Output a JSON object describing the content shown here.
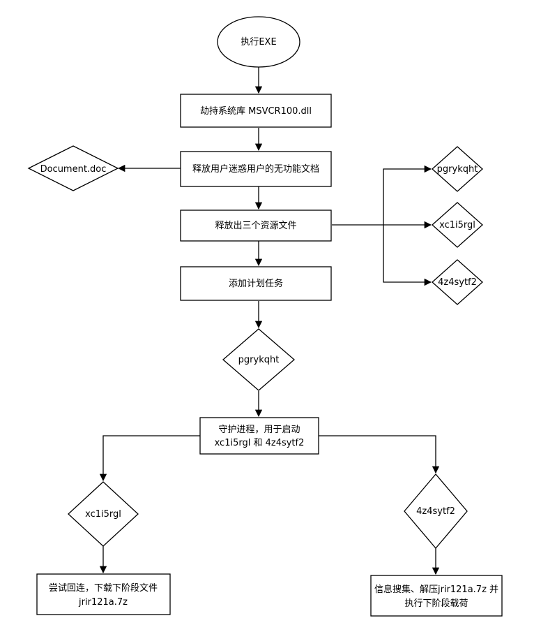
{
  "nodes": {
    "start": "执行EXE",
    "hijack": "劫持系统库 MSVCR100.dll",
    "release_doc": "释放用户迷惑用户的无功能文档",
    "document": "Document.doc",
    "release_three": "释放出三个资源文件",
    "res_pgrykqht": "pgrykqht",
    "res_xc1i5rgl": "xc1i5rgl",
    "res_4z4sytf2": "4z4sytf2",
    "add_task": "添加计划任务",
    "pgrykqht": "pgrykqht",
    "guard_line1": "守护进程，用于启动",
    "guard_line2": "xc1i5rgl 和 4z4sytf2",
    "xc1i5rgl": "xc1i5rgl",
    "four_z": "4z4sytf2",
    "connect_line1": "尝试回连，下载下阶段文件",
    "connect_line2": "jrir121a.7z",
    "info_line1": "信息搜集、解压jrir121a.7z 并",
    "info_line2": "执行下阶段载荷"
  },
  "colors": {
    "stroke": "#000000",
    "fill": "#ffffff",
    "text": "#000000"
  }
}
